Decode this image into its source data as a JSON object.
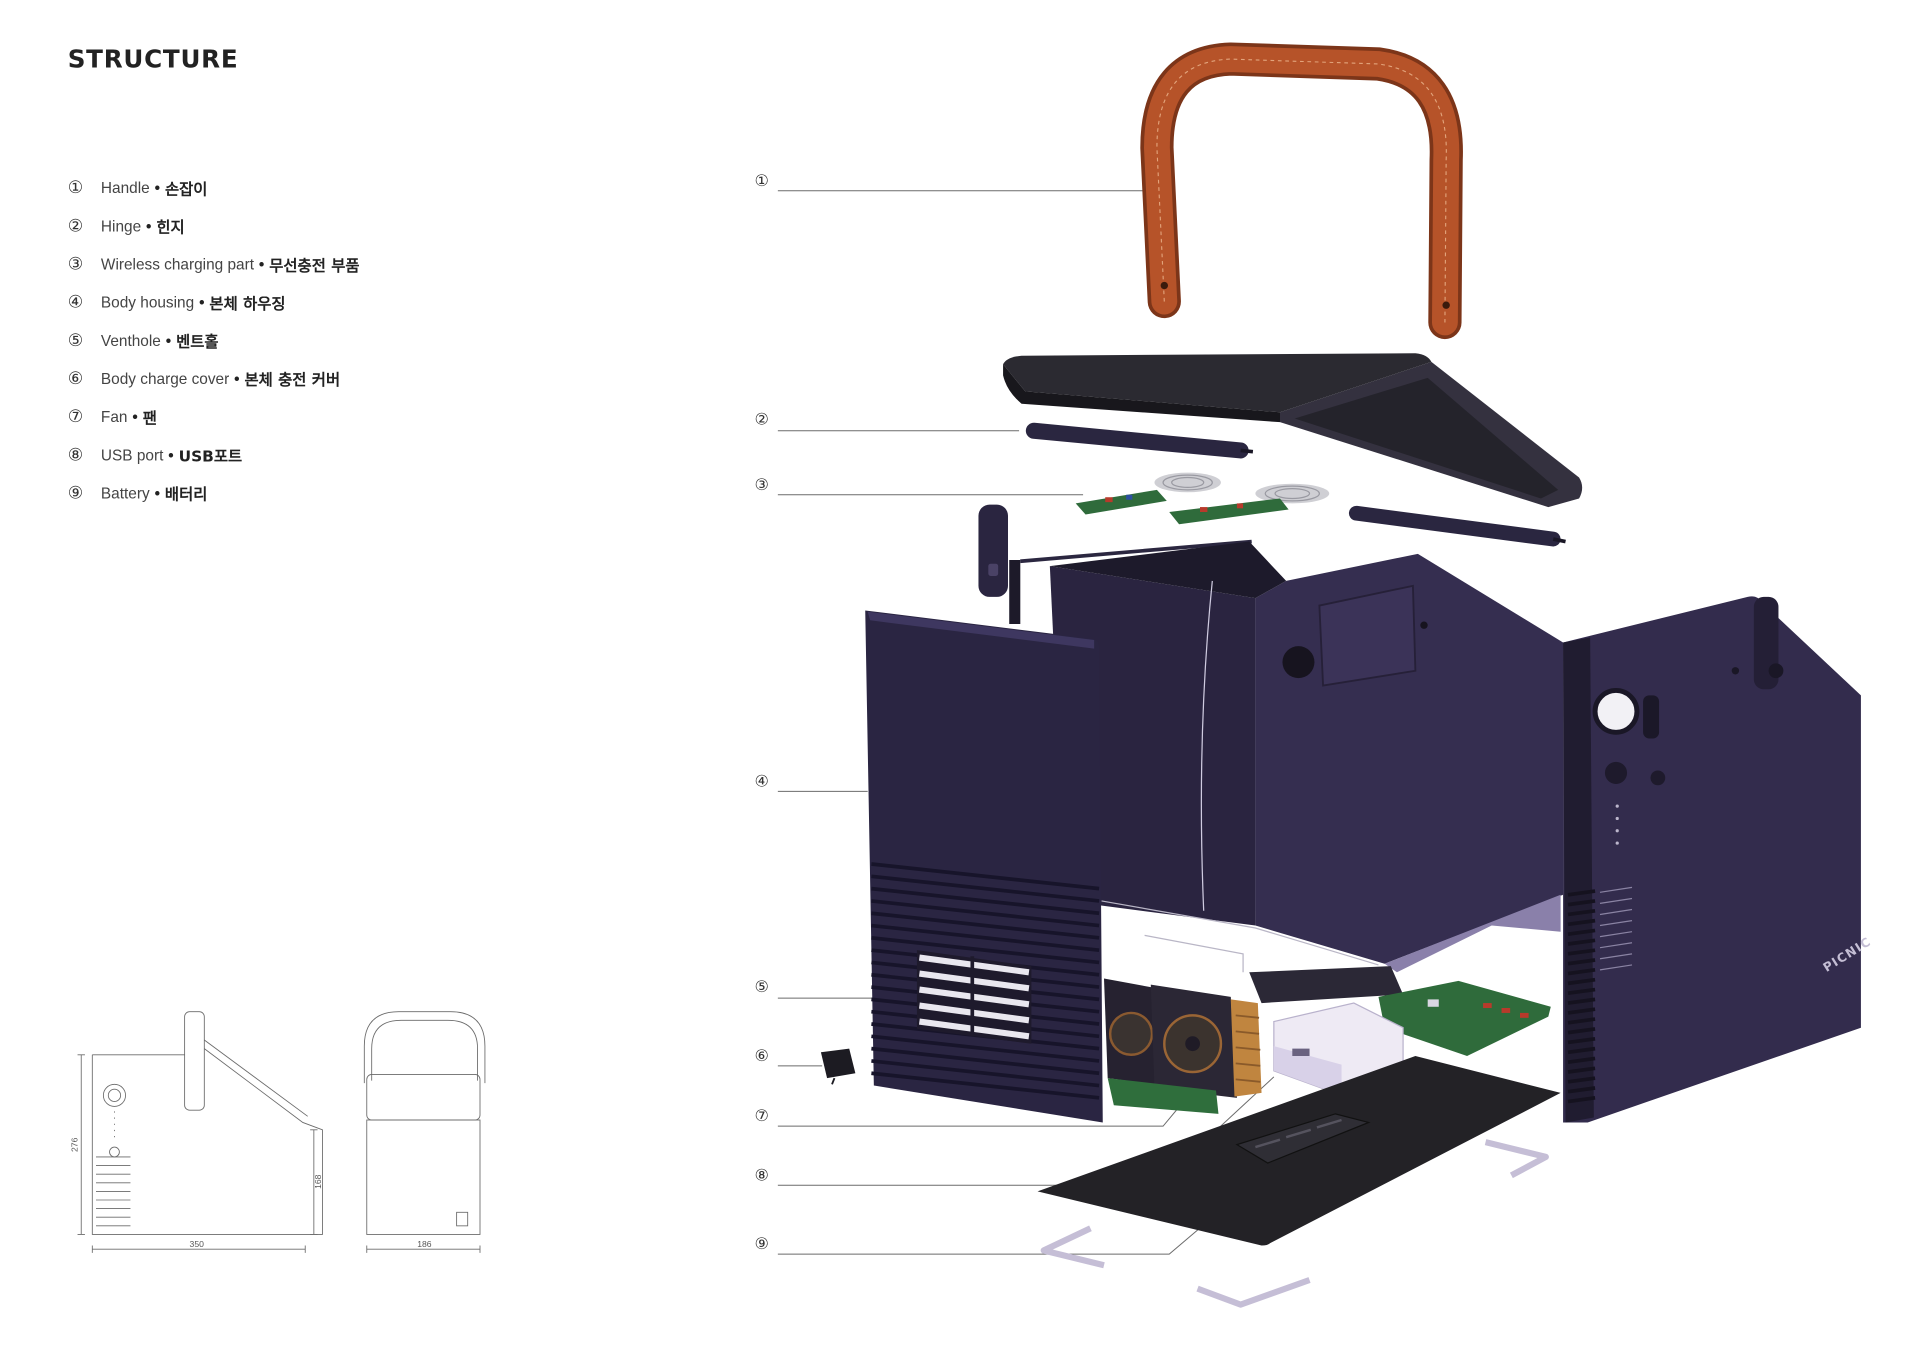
{
  "title": "STRUCTURE",
  "legend_separator": "•",
  "legend": [
    {
      "num": "①",
      "en": "Handle",
      "ko": "손잡이"
    },
    {
      "num": "②",
      "en": "Hinge",
      "ko": "힌지"
    },
    {
      "num": "③",
      "en": "Wireless charging part",
      "ko": "무선충전 부품"
    },
    {
      "num": "④",
      "en": "Body housing",
      "ko": "본체 하우징"
    },
    {
      "num": "⑤",
      "en": "Venthole",
      "ko": "벤트홀"
    },
    {
      "num": "⑥",
      "en": "Body charge cover",
      "ko": "본체 충전 커버"
    },
    {
      "num": "⑦",
      "en": "Fan",
      "ko": "팬"
    },
    {
      "num": "⑧",
      "en": "USB port",
      "ko": "USB포트"
    },
    {
      "num": "⑨",
      "en": "Battery",
      "ko": "배터리"
    }
  ],
  "callouts": [
    "①",
    "②",
    "③",
    "④",
    "⑤",
    "⑥",
    "⑦",
    "⑧",
    "⑨"
  ],
  "dimensions": {
    "side_width": "350",
    "side_height": "276",
    "side_body_height": "168",
    "front_width": "186"
  },
  "brand_mark": "PICNIC",
  "colors": {
    "body": "#2d2745",
    "handle": "#b4512a",
    "pcb": "#2f6b3b",
    "bracket": "#c5bed6",
    "plate": "#232226"
  }
}
